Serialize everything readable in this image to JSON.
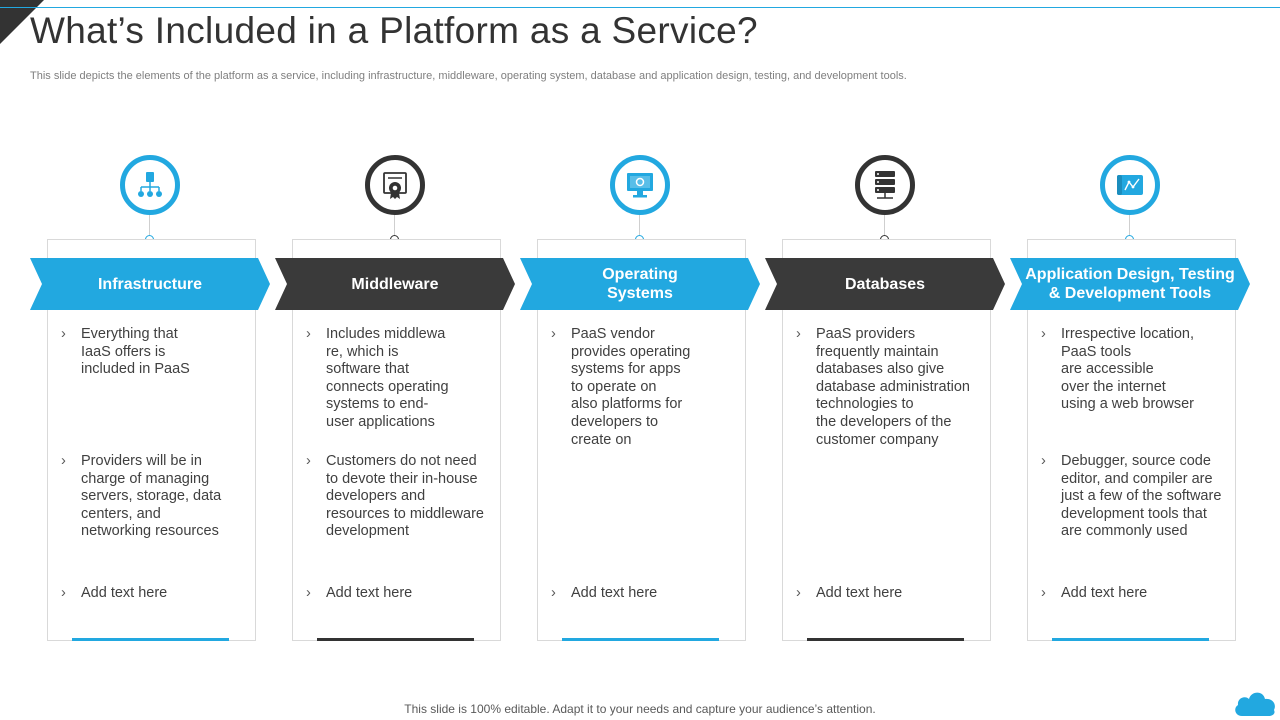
{
  "title": "What’s Included in a Platform as a Service?",
  "subtitle": "This slide depicts the elements of the platform as a service, including infrastructure, middleware, operating system, database and application design, testing, and development tools.",
  "footer": "This slide is 100% editable. Adapt it to your needs and capture your audience’s attention.",
  "colors": {
    "accent": "#22a8e0",
    "dark": "#333333",
    "text": "#404040"
  },
  "bullet_glyph": "›",
  "columns": [
    {
      "heading": "Infrastructure",
      "icon": "network-hierarchy-icon",
      "bullets": [
        "Everything that\nIaaS offers is\nincluded in PaaS",
        "Providers will be in\ncharge of managing\nservers, storage, data\ncenters, and\nnetworking resources",
        "Add text here"
      ]
    },
    {
      "heading": "Middleware",
      "icon": "certificate-gear-icon",
      "bullets": [
        "Includes middlewa\nre, which is\nsoftware that\nconnects operating\nsystems to end-\nuser applications",
        "Customers do not need\nto devote their in-house\ndevelopers and\nresources to middleware\ndevelopment",
        "Add text here"
      ]
    },
    {
      "heading": "Operating\nSystems",
      "icon": "monitor-settings-icon",
      "bullets": [
        "PaaS vendor\nprovides operating\nsystems for apps\nto operate on\nalso platforms for\ndevelopers to\ncreate on",
        "",
        "Add text here"
      ]
    },
    {
      "heading": "Databases",
      "icon": "server-rack-icon",
      "bullets": [
        "PaaS providers\nfrequently maintain\ndatabases also give\ndatabase administration\ntechnologies to\nthe developers of the\ncustomer company",
        "",
        "Add text here"
      ]
    },
    {
      "heading": "Application Design, Testing\n& Development Tools",
      "icon": "blueprint-icon",
      "bullets": [
        "Irrespective location,\nPaaS tools\nare accessible\nover the internet\nusing a web browser",
        "Debugger, source code\neditor, and compiler are\njust a few of the software\ndevelopment tools that\nare commonly used",
        "Add text here"
      ]
    }
  ]
}
